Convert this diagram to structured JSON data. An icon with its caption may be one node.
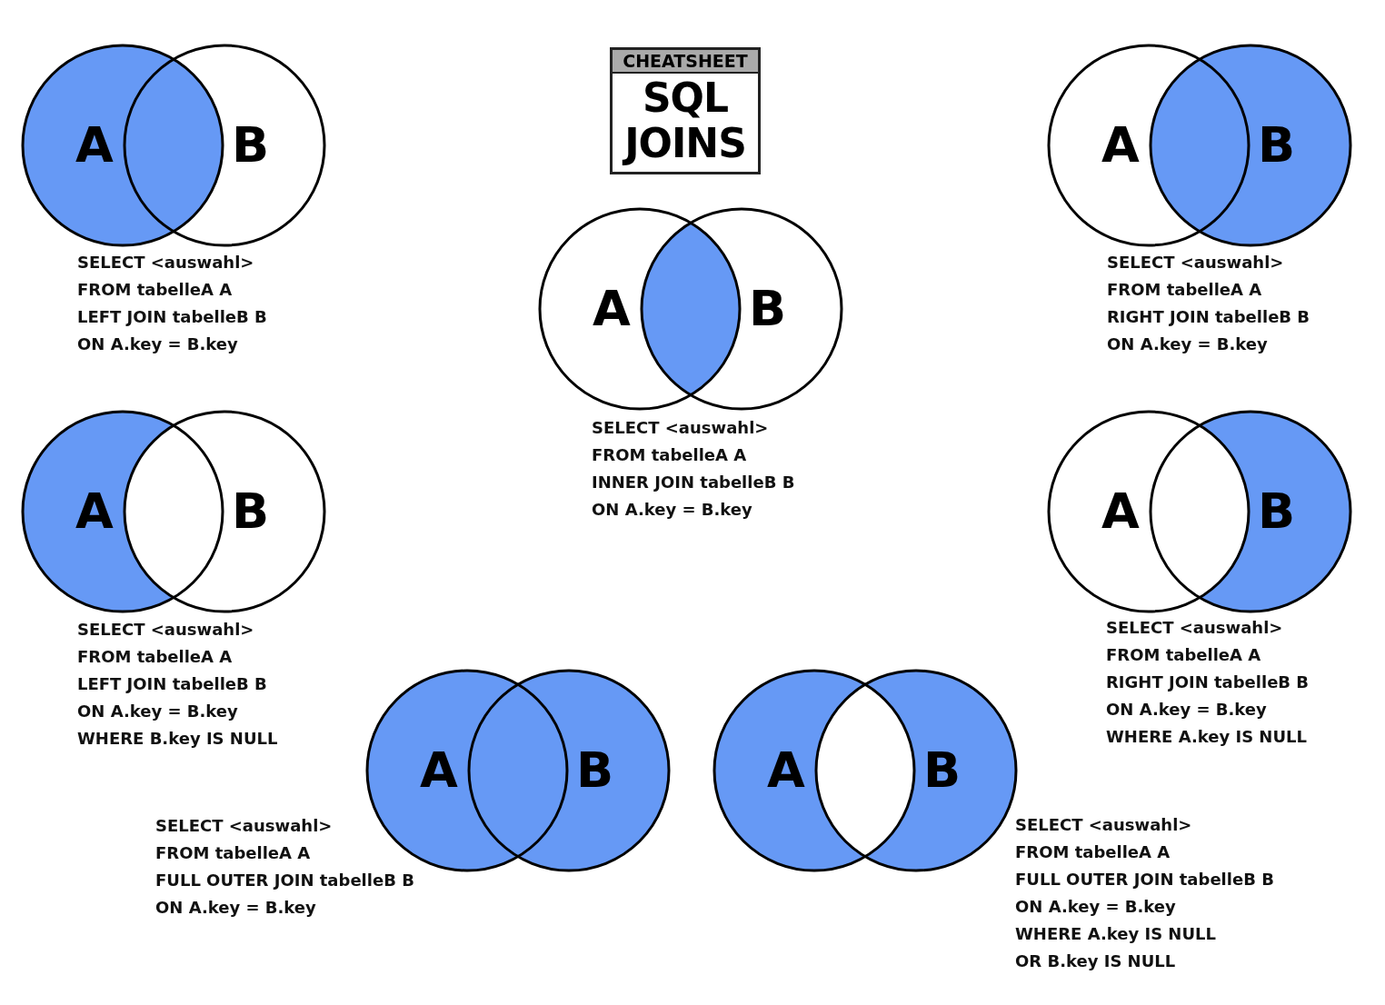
{
  "diagram": {
    "nodes": [
      {
        "text": [
          "CHEATSHEET",
          "SQL JOINS"
        ]
      },
      {
        "text": [
          "A"
        ],
        "beside": [
          "SELECT <auswahl>",
          "FROM tabelleA A",
          "LEFT JOIN tabelleB B",
          "ON A.key = B.key"
        ]
      },
      {
        "text": [
          "B"
        ]
      },
      {
        "text": [
          "A"
        ],
        "beside": [
          "SELECT <auswahl>",
          "FROM tabelleA A",
          "RIGHT JOIN tabelleB B",
          "ON A.key = B.key"
        ]
      },
      {
        "text": [
          "B"
        ]
      },
      {
        "text": [
          "A"
        ],
        "beside": [
          "SELECT <auswahl>",
          "FROM tabelleA A",
          "INNER JOIN tabelleB B",
          "ON A.key = B.key"
        ]
      },
      {
        "text": [
          "B"
        ]
      },
      {
        "text": [
          "A"
        ],
        "beside": [
          "SELECT <auswahl>",
          "FROM tabelleA A",
          "LEFT JOIN tabelleB B",
          "ON A.key = B.key",
          "WHERE B.key IS NULL"
        ]
      },
      {
        "text": [
          "B"
        ]
      },
      {
        "text": [
          "A"
        ],
        "beside": [
          "SELECT <auswahl>",
          "FROM tabelleA A",
          "RIGHT JOIN tabelleB B",
          "ON A.key = B.key",
          "WHERE A.key IS NULL"
        ]
      },
      {
        "text": [
          "B"
        ]
      },
      {
        "text": [
          "A"
        ],
        "beside": [
          "SELECT <auswahl>",
          "FROM tabelleA A",
          "FULL OUTER JOIN tabelleB B",
          "ON A.key = B.key"
        ]
      },
      {
        "text": [
          "B"
        ]
      },
      {
        "text": [
          "A"
        ]
      },
      {
        "text": [
          "B"
        ],
        "beside": [
          "SELECT <auswahl>",
          "FROM tabelleA A",
          "FULL OUTER JOIN tabelleB B",
          "ON A.key = B.key",
          "WHERE A.key IS NULL",
          "OR B.key IS NULL"
        ]
      }
    ]
  }
}
